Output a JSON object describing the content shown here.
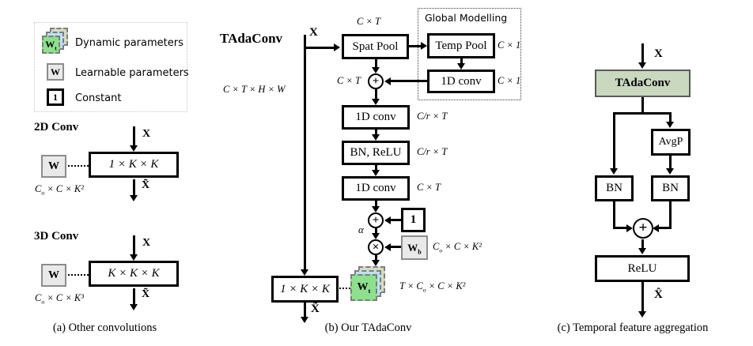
{
  "colors": {
    "dynamic_green": "#8de08d",
    "dynamic_blue": "#bde0f4",
    "dynamic_olive": "#d7dcc2",
    "learnable_gray": "#e9e9e9",
    "learnable_border": "#8c8c8c",
    "tadaconv_fill": "#c9d8be",
    "box_border": "#000000"
  },
  "legend": {
    "dynamic_label": "Dynamic parameters",
    "learnable_label": "Learnable parameters",
    "constant_label": "Constant",
    "wt_base": "W",
    "wt_sub": "t",
    "w_label": "W",
    "one_label": "1"
  },
  "panel_a": {
    "caption": "(a) Other convolutions",
    "conv2d": {
      "title": "2D Conv",
      "input": "X",
      "output": "X̃",
      "kernel": "1 × K × K",
      "weight": "W",
      "dims_base": "C",
      "dims_sub": "o",
      "dims_rest": " × C × K²"
    },
    "conv3d": {
      "title": "3D Conv",
      "input": "X",
      "output": "X̃",
      "kernel": "K × K × K",
      "weight": "W",
      "dims_base": "C",
      "dims_sub": "o",
      "dims_rest": " × C × K³"
    }
  },
  "panel_b": {
    "caption": "(b) Our TAdaConv",
    "title": "TAdaConv",
    "input": "X",
    "input_dims": "C × T × H × W",
    "spat_pool": "Spat Pool",
    "spat_dims": "C × T",
    "global_title": "Global Modelling",
    "temp_pool": "Temp Pool",
    "temp_dims": "C × 1",
    "gconv": "1D conv",
    "gconv_dims": "C × 1",
    "add_dims": "C × T",
    "conv1": "1D conv",
    "conv1_dims": "C/r × T",
    "bnrelu": "BN, ReLU",
    "bnrelu_dims": "C/r × T",
    "conv2": "1D conv",
    "conv2_dims": "C × T",
    "one": "1",
    "alpha": "α",
    "plus": "+",
    "times": "×",
    "wb_base": "W",
    "wb_sub": "b",
    "wb_dims_base": "C",
    "wb_dims_sub": "o",
    "wb_dims_rest": " × C × K²",
    "wt_base": "W",
    "wt_sub": "t",
    "wt_dims_base": "T × C",
    "wt_dims_sub": "o",
    "wt_dims_rest": " × C × K²",
    "kernel": "1 × K × K",
    "output": "X̃"
  },
  "panel_c": {
    "caption": "(c) Temporal feature aggregation",
    "input": "X",
    "tadaconv": "TAdaConv",
    "avgp": "AvgP",
    "bn_left": "BN",
    "bn_right": "BN",
    "plus": "+",
    "relu": "ReLU",
    "output": "X̂"
  }
}
